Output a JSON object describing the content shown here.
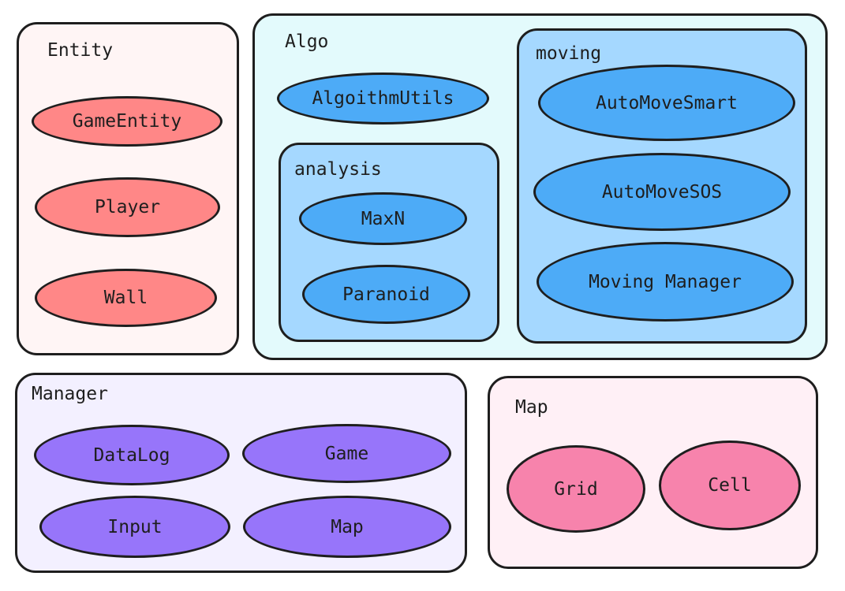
{
  "colors": {
    "stroke": "#1e1e1e",
    "entity_fill": "#fff5f5",
    "entity_node": "#ff8787",
    "algo_fill": "#e3fafc",
    "algo_sub_fill": "#a5d8ff",
    "algo_node": "#4dabf7",
    "manager_fill": "#f3f0ff",
    "manager_node": "#9775fa",
    "map_fill": "#fff0f6",
    "map_node": "#f783ac"
  },
  "entity": {
    "label": "Entity",
    "nodes": [
      "GameEntity",
      "Player",
      "Wall"
    ]
  },
  "algo": {
    "label": "Algo",
    "utils_node": "AlgoithmUtils",
    "analysis": {
      "label": "analysis",
      "nodes": [
        "MaxN",
        "Paranoid"
      ]
    },
    "moving": {
      "label": "moving",
      "nodes": [
        "AutoMoveSmart",
        "AutoMoveSOS",
        "Moving Manager"
      ]
    }
  },
  "manager": {
    "label": "Manager",
    "nodes": [
      "DataLog",
      "Game",
      "Input",
      "Map"
    ]
  },
  "map": {
    "label": "Map",
    "nodes": [
      "Grid",
      "Cell"
    ]
  }
}
